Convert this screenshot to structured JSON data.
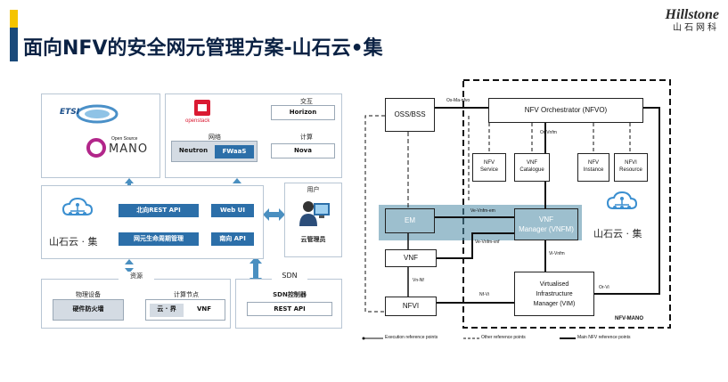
{
  "title": "面向NFV的安全网元管理方案-山石云•集",
  "logo": {
    "en": "Hillstone",
    "cn": "山石网科"
  },
  "left": {
    "etsi": "ETSI",
    "open_source": "Open Source",
    "mano": "MANO",
    "openstack": "openstack",
    "interact": "交互",
    "horizon": "Horizon",
    "network": "网络",
    "neutron": "Neutron",
    "fwaas": "FWaaS",
    "compute": "计算",
    "nova": "Nova",
    "north_api": "北向REST API",
    "web_ui": "Web UI",
    "lifecycle": "网元生命周期管理",
    "south_api": "南向 API",
    "brand": "山石云 · 集",
    "user": "用户",
    "cloud_admin": "云管理员",
    "resources": "资源",
    "physical_dev": "物理设备",
    "hw_firewall": "硬件防火墙",
    "compute_node": "计算节点",
    "cloud_world": "云 · 界",
    "vnf": "VNF",
    "sdn": "SDN",
    "sdn_controller": "SDN控制器",
    "rest_api": "REST API"
  },
  "right": {
    "oss_bss": "OSS/BSS",
    "nfvo": "NFV Orchestrator (NFVO)",
    "os_ma_nfvo": "Os-Ma-nfvo",
    "or_vnfm": "Or-Vnfm",
    "nfv_service": [
      "NFV",
      "Service"
    ],
    "vnf_catalogue": [
      "VNF",
      "Catalogue"
    ],
    "nfv_instance": [
      "NFV",
      "Instance"
    ],
    "nfvi_resource": [
      "NFVI",
      "Resource"
    ],
    "em": "EM",
    "ve_vnfm_em": "Ve-Vnfm-em",
    "ve_vnfm_vnf": "Ve-Vnfm-vnf",
    "vnfm": [
      "VNF",
      "Manager (VNFM)"
    ],
    "brand": "山石云 · 集",
    "vnf": "VNF",
    "vi_vnfm": "Vi-Vnfm",
    "vn_nf": "Vn-Nf",
    "nfvi": "NFVI",
    "nf_vi": "Nf-Vi",
    "vim": [
      "Virtualised",
      "Infrastructure",
      "Manager (VIM)"
    ],
    "or_vi": "Or-Vi",
    "nfv_mano": "NFV-MANO",
    "legend_exec": "Execution reference points",
    "legend_other": "Other reference points",
    "legend_main": "Main NFV reference points"
  },
  "colors": {
    "accent_blue": "#2c6fa9",
    "title_navy": "#0b2244",
    "highlight": "#4d8aa6",
    "openstack_red": "#da1a32"
  }
}
